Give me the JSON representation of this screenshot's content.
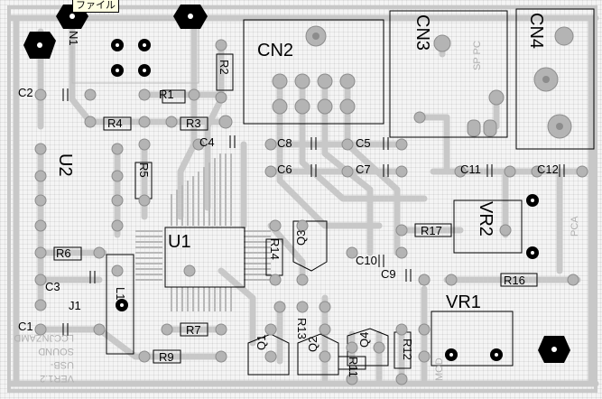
{
  "tooltip": "ファイル",
  "colors": {
    "trace": "#c8c8c8",
    "pad": "#b4b4b4",
    "silk": "#000000",
    "silk_bottom": "#b0b0b0"
  },
  "labels": {
    "n1": "N1",
    "cn2": "CN2",
    "cn3": "CN3",
    "cn4": "CN4",
    "u1": "U1",
    "u2": "U2",
    "vr1": "VR1",
    "vr2": "VR2",
    "j1": "J1",
    "c1": "C1",
    "c2": "C2",
    "c3": "C3",
    "c4": "C4",
    "c5": "C5",
    "c6": "C6",
    "c7": "C7",
    "c8": "C8",
    "c9": "C9",
    "c10": "C10",
    "c11": "C11",
    "c12": "C12",
    "r1": "R1",
    "r2": "R2",
    "r3": "R3",
    "r4": "R4",
    "r5": "R5",
    "r6": "R6",
    "r7": "R7",
    "r9": "R9",
    "r11": "R11",
    "r12": "R12",
    "r13": "R13",
    "r14": "R14",
    "r16": "R16",
    "r17": "R17",
    "q1": "Q1",
    "q2": "Q2",
    "q3": "Q3",
    "q4": "Q4",
    "l1": "L1"
  },
  "silkscreen_bottom": {
    "line1": "LCCJNZAMD",
    "line2": "USB-SOUND",
    "line3": "VER1.2",
    "pca": "PCA",
    "mod": "MOD",
    "sp": "SP PC"
  }
}
